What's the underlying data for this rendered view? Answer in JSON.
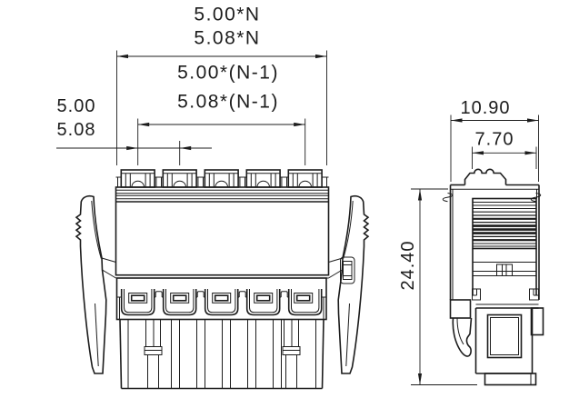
{
  "drawing": {
    "background_color": "#ffffff",
    "line_color": "#1c1c1c",
    "front_view": {
      "dim_overall_a": "5.00*N",
      "dim_overall_b": "5.08*N",
      "dim_span_a": "5.00*(N-1)",
      "dim_span_b": "5.08*(N-1)",
      "dim_pitch_a": "5.00",
      "dim_pitch_b": "5.08"
    },
    "side_view": {
      "dim_width": "10.90",
      "dim_inner_width": "7.70",
      "dim_height": "24.40"
    }
  }
}
